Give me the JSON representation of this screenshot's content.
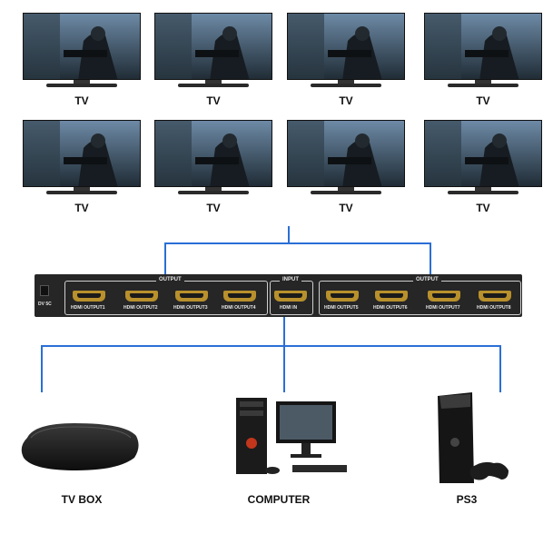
{
  "tvs": {
    "label": "TV",
    "count": 8
  },
  "splitter": {
    "power_label": "DV 5C",
    "output_group_left": "OUTPUT",
    "output_group_right": "OUTPUT",
    "input_group": "INPUT",
    "ports_left": [
      "HDMI OUTPUT1",
      "HDMI OUTPUT2",
      "HDMI OUTPUT3",
      "HDMI OUTPUT4"
    ],
    "port_input": "HDMI IN",
    "ports_right": [
      "HDMI OUTPUT5",
      "HDMI OUTPUT6",
      "HDMI OUTPUT7",
      "HDMI OUTPUT8"
    ]
  },
  "sources": {
    "tv_box": "TV BOX",
    "computer": "COMPUTER",
    "ps3": "PS3"
  },
  "colors": {
    "connector_line": "#2a6fd6",
    "panel": "#262626",
    "port_gold": "#b8902c"
  }
}
